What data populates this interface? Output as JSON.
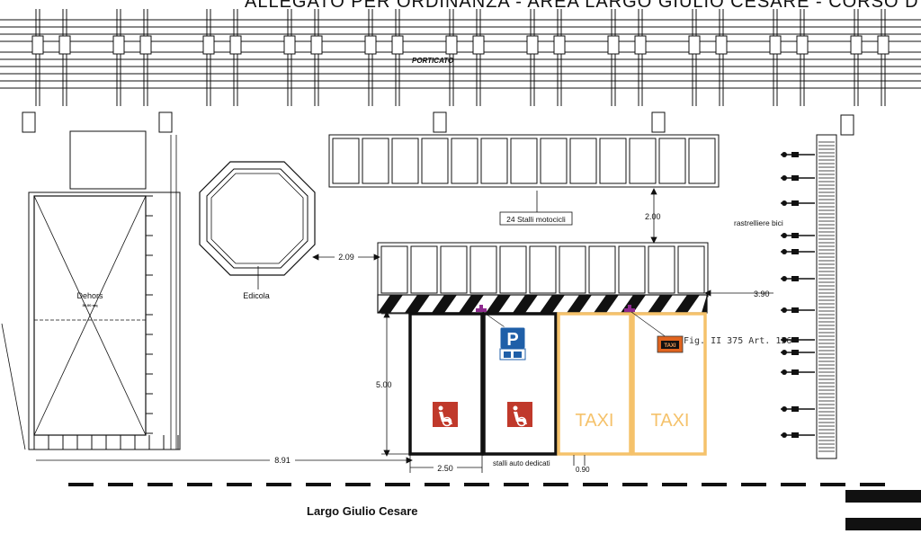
{
  "title": "ALLEGATO PER ORDINANZA - AREA LARGO GIULIO CESARE - CORSO D'AUGUSTO",
  "labels": {
    "porticato": "PORTICATO",
    "stalli_motocicli": "24 Stalli motocicli",
    "rastrelliere": "rastrelliere bici",
    "edicola": "Edicola",
    "dehors": "Dehors",
    "dehors_area": "30,00 mq",
    "stalli_auto": "stalli auto dedicati",
    "largo": "Largo Giulio Cesare",
    "fig": "Fig. II 375 Art. 136",
    "taxi_1": "TAXI",
    "taxi_2": "TAXI",
    "taxi_sign": "TAXI",
    "parking_sign": "P"
  },
  "dimensions": {
    "d_200": "2.00",
    "d_209": "2.09",
    "d_390": "3.90",
    "d_500": "5.00",
    "d_891": "8.91",
    "d_250": "2.50",
    "d_090": "0.90"
  },
  "colors": {
    "line": "#111111",
    "taxi": "#f5c26b",
    "sign_red": "#c0392b",
    "sign_blue": "#1f5fa8",
    "taxi_sign": "#e0641f",
    "magenta": "#8e2a8e"
  }
}
